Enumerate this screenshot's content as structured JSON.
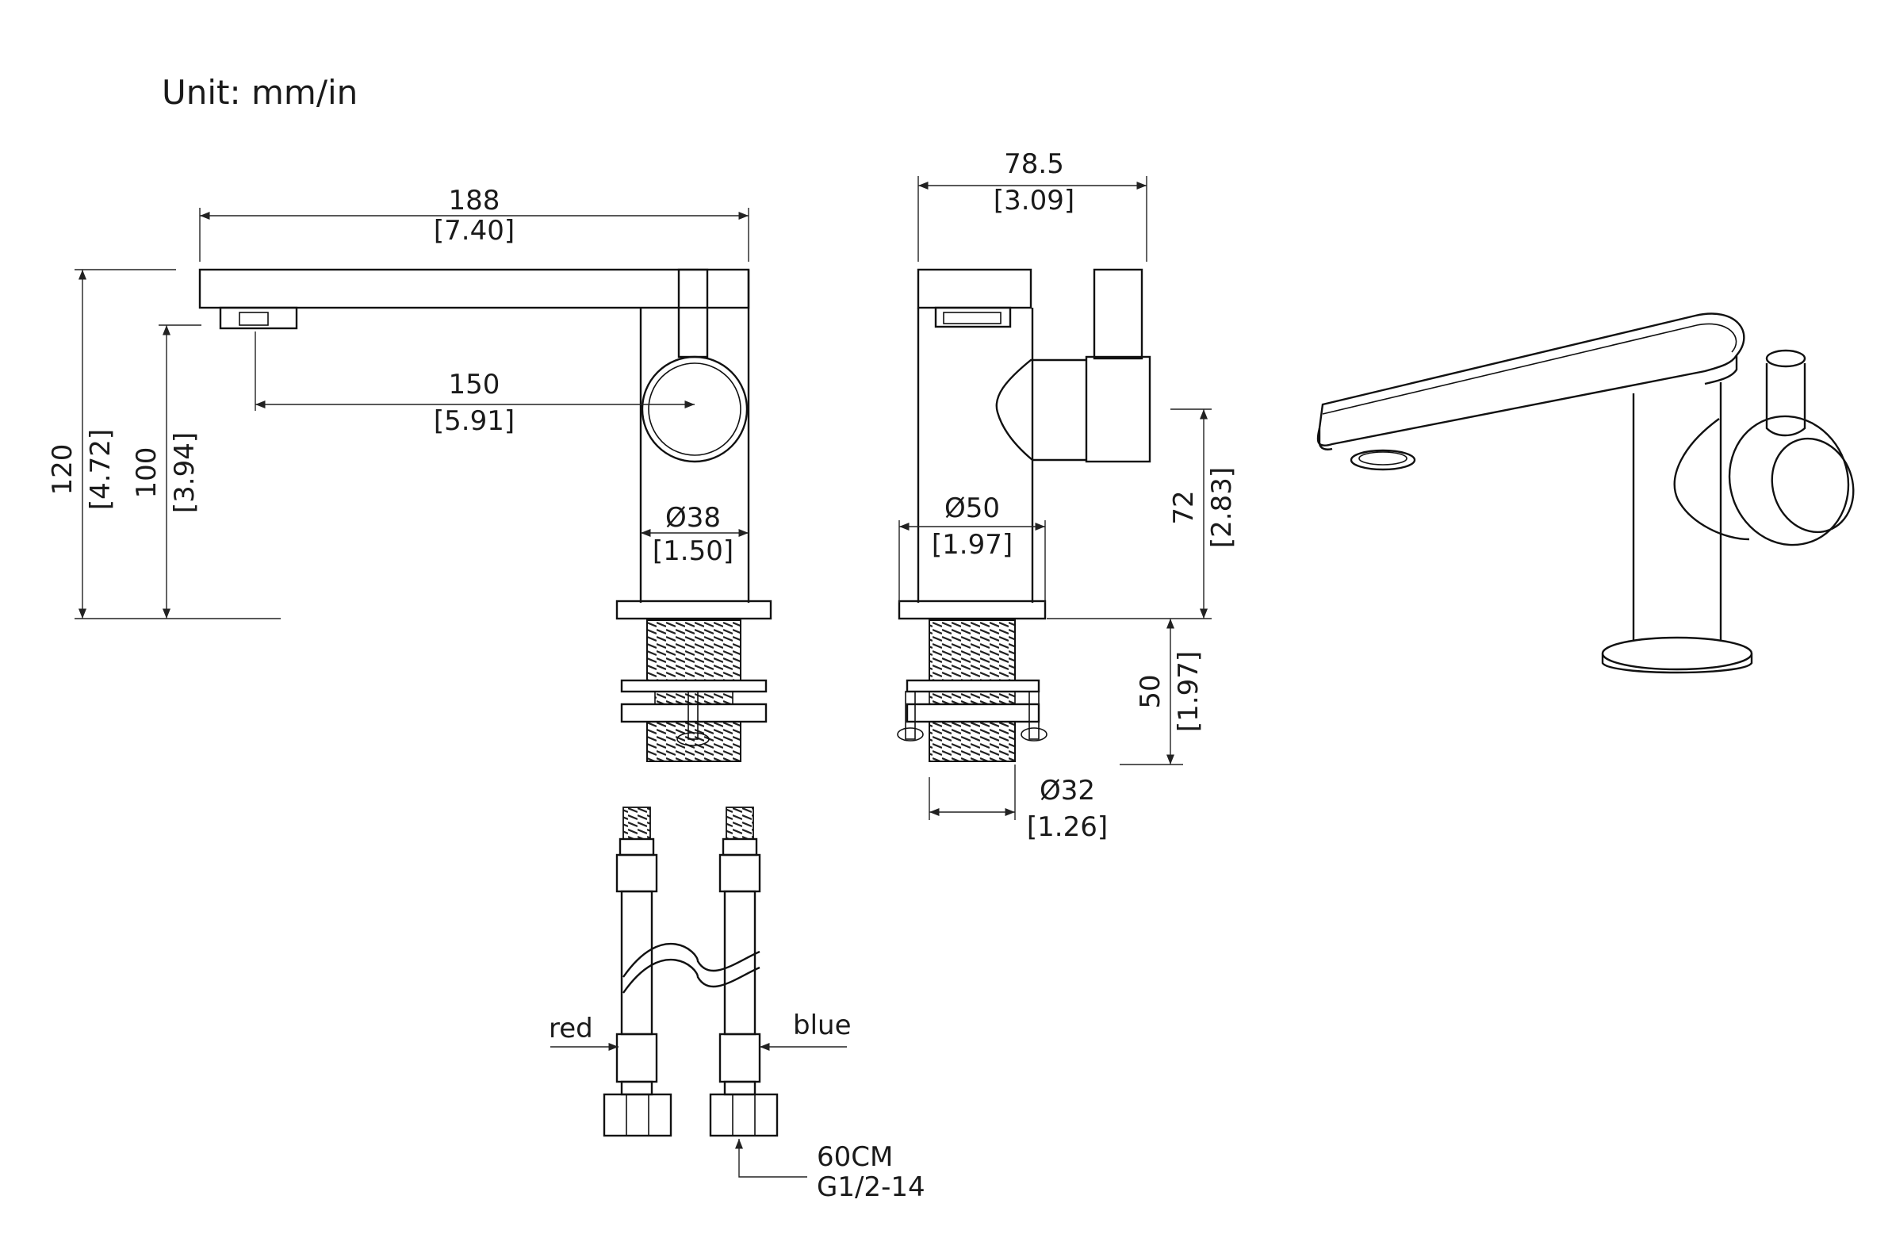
{
  "unit_label": "Unit: mm/in",
  "front_view": {
    "length": {
      "mm": "188",
      "in": "[7.40]"
    },
    "spout_reach": {
      "mm": "150",
      "in": "[5.91]"
    },
    "body_diameter": {
      "mm": "Ø38",
      "in": "[1.50]"
    },
    "total_height": {
      "mm": "120",
      "in": "[4.72]"
    },
    "outlet_height": {
      "mm": "100",
      "in": "[3.94]"
    }
  },
  "side_view": {
    "width": {
      "mm": "78.5",
      "in": "[3.09]"
    },
    "base_diameter": {
      "mm": "Ø50",
      "in": "[1.97]"
    },
    "handle_height": {
      "mm": "72",
      "in": "[2.83]"
    },
    "shank_length": {
      "mm": "50",
      "in": "[1.97]"
    },
    "shank_diameter": {
      "mm": "Ø32",
      "in": "[1.26]"
    }
  },
  "hoses": {
    "left_label": "red",
    "right_label": "blue",
    "spec_length": "60CM",
    "spec_thread": "G1/2-14"
  },
  "line_color": "#111111",
  "background_color": "#ffffff"
}
